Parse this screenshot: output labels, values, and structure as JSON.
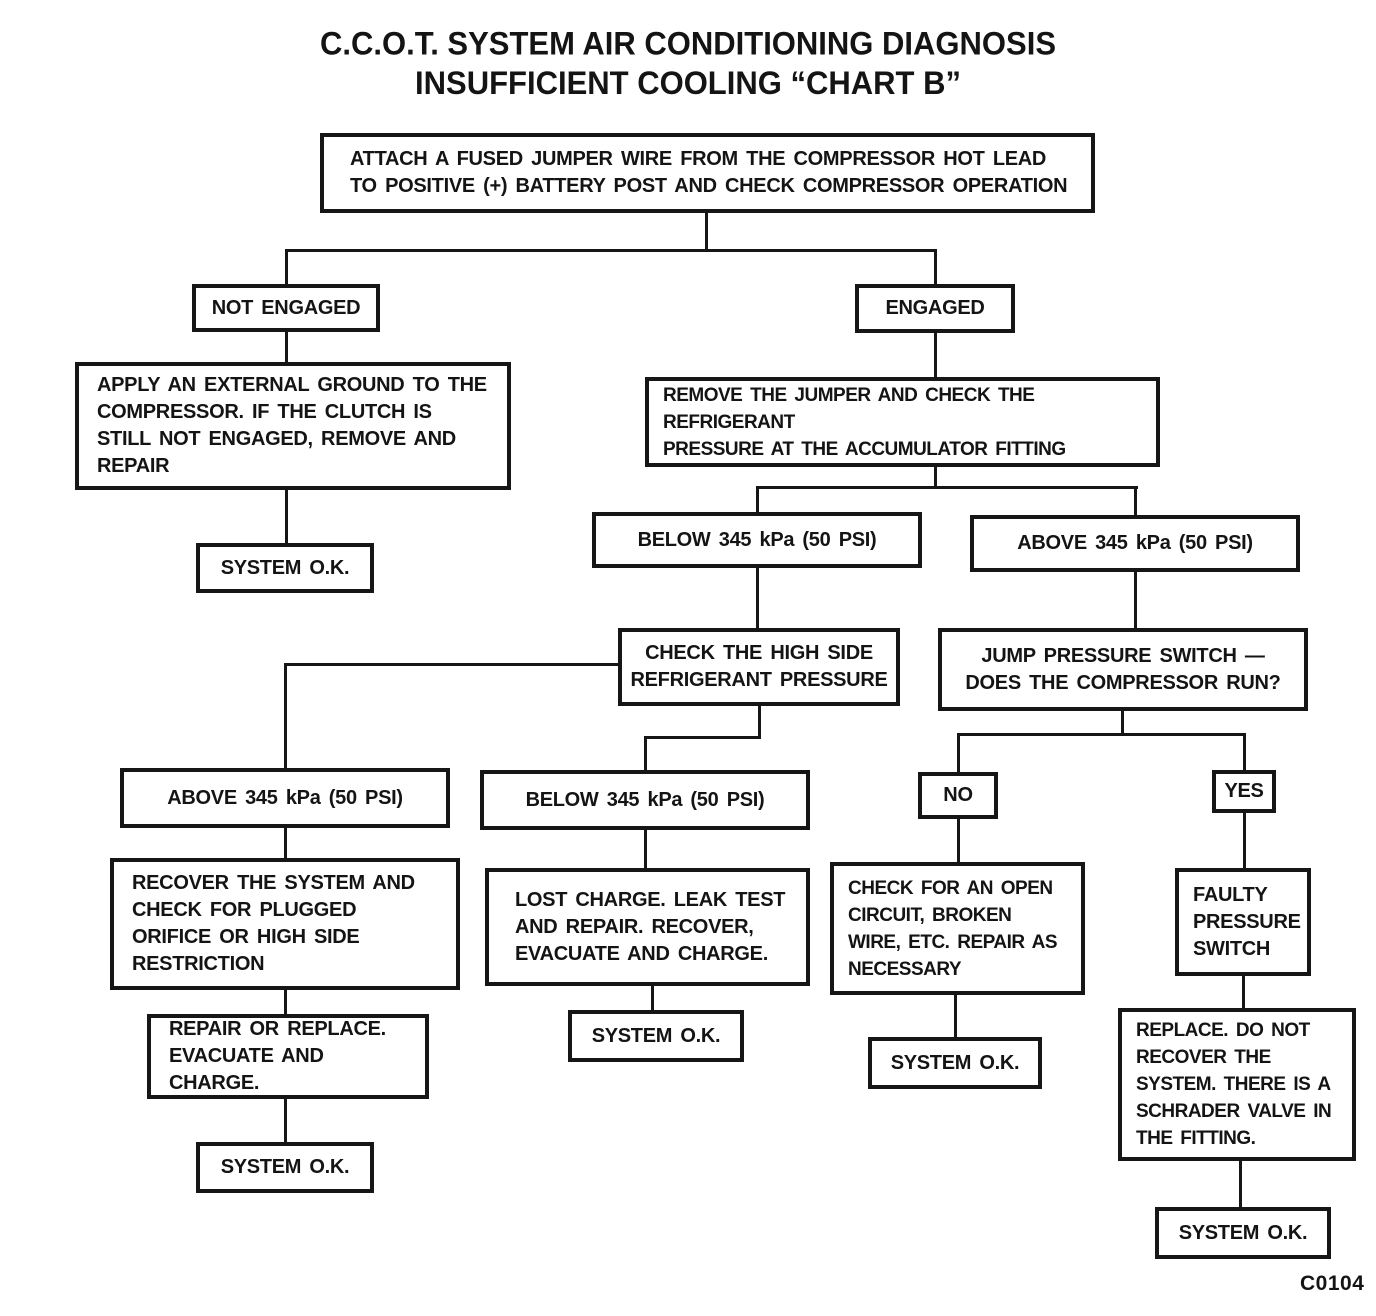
{
  "title": {
    "line1": "C.C.O.T. SYSTEM AIR CONDITIONING DIAGNOSIS",
    "line2": "INSUFFICIENT COOLING “CHART B”"
  },
  "nodes": {
    "attach_jumper": "ATTACH A FUSED JUMPER WIRE FROM THE COMPRESSOR HOT LEAD\nTO POSITIVE (+) BATTERY POST AND CHECK COMPRESSOR OPERATION",
    "not_engaged": "NOT ENGAGED",
    "engaged": "ENGAGED",
    "apply_ground": "APPLY AN EXTERNAL GROUND TO THE\nCOMPRESSOR. IF THE CLUTCH IS\nSTILL NOT ENGAGED, REMOVE AND\nREPAIR",
    "system_ok_left": "SYSTEM O.K.",
    "remove_jumper": "REMOVE THE JUMPER AND CHECK THE REFRIGERANT\nPRESSURE AT THE ACCUMULATOR FITTING",
    "below_345_accumulator": "BELOW 345 kPa (50 PSI)",
    "above_345_accumulator": "ABOVE 345 kPa (50 PSI)",
    "check_high_side": "CHECK THE HIGH SIDE\nREFRIGERANT PRESSURE",
    "jump_pressure_switch": "JUMP PRESSURE SWITCH —\nDOES THE COMPRESSOR RUN?",
    "above_345_high_side": "ABOVE 345 kPa (50 PSI)",
    "below_345_high_side": "BELOW 345 kPa (50 PSI)",
    "no": "NO",
    "yes": "YES",
    "recover_system": "RECOVER THE SYSTEM AND\nCHECK FOR PLUGGED\nORIFICE OR HIGH SIDE\nRESTRICTION",
    "lost_charge": "LOST CHARGE. LEAK TEST\nAND REPAIR. RECOVER,\nEVACUATE AND CHARGE.",
    "check_open_circuit": "CHECK FOR AN OPEN\nCIRCUIT, BROKEN\nWIRE, ETC. REPAIR AS\nNECESSARY",
    "faulty_switch": "FAULTY\nPRESSURE\nSWITCH",
    "repair_replace": "REPAIR OR REPLACE.\nEVACUATE AND CHARGE.",
    "system_ok_mid": "SYSTEM O.K.",
    "system_ok_no": "SYSTEM O.K.",
    "replace_schrader": "REPLACE. DO NOT\nRECOVER THE\nSYSTEM. THERE IS A\nSCHRADER VALVE IN\nTHE FITTING.",
    "system_ok_bottom_left": "SYSTEM O.K.",
    "system_ok_bottom_right": "SYSTEM O.K."
  },
  "edges": [
    {
      "from": "attach_jumper",
      "to": "not_engaged"
    },
    {
      "from": "attach_jumper",
      "to": "engaged"
    },
    {
      "from": "not_engaged",
      "to": "apply_ground"
    },
    {
      "from": "apply_ground",
      "to": "system_ok_left"
    },
    {
      "from": "engaged",
      "to": "remove_jumper"
    },
    {
      "from": "remove_jumper",
      "to": "below_345_accumulator"
    },
    {
      "from": "remove_jumper",
      "to": "above_345_accumulator"
    },
    {
      "from": "below_345_accumulator",
      "to": "check_high_side"
    },
    {
      "from": "above_345_accumulator",
      "to": "jump_pressure_switch"
    },
    {
      "from": "check_high_side",
      "to": "above_345_high_side"
    },
    {
      "from": "check_high_side",
      "to": "below_345_high_side"
    },
    {
      "from": "jump_pressure_switch",
      "to": "no"
    },
    {
      "from": "jump_pressure_switch",
      "to": "yes"
    },
    {
      "from": "above_345_high_side",
      "to": "recover_system"
    },
    {
      "from": "recover_system",
      "to": "repair_replace"
    },
    {
      "from": "repair_replace",
      "to": "system_ok_bottom_left"
    },
    {
      "from": "below_345_high_side",
      "to": "lost_charge"
    },
    {
      "from": "lost_charge",
      "to": "system_ok_mid"
    },
    {
      "from": "no",
      "to": "check_open_circuit"
    },
    {
      "from": "check_open_circuit",
      "to": "system_ok_no"
    },
    {
      "from": "yes",
      "to": "faulty_switch"
    },
    {
      "from": "faulty_switch",
      "to": "replace_schrader"
    },
    {
      "from": "replace_schrader",
      "to": "system_ok_bottom_right"
    }
  ],
  "footer": {
    "code": "C0104"
  },
  "colors": {
    "ink": "#161616",
    "paper": "#ffffff"
  }
}
